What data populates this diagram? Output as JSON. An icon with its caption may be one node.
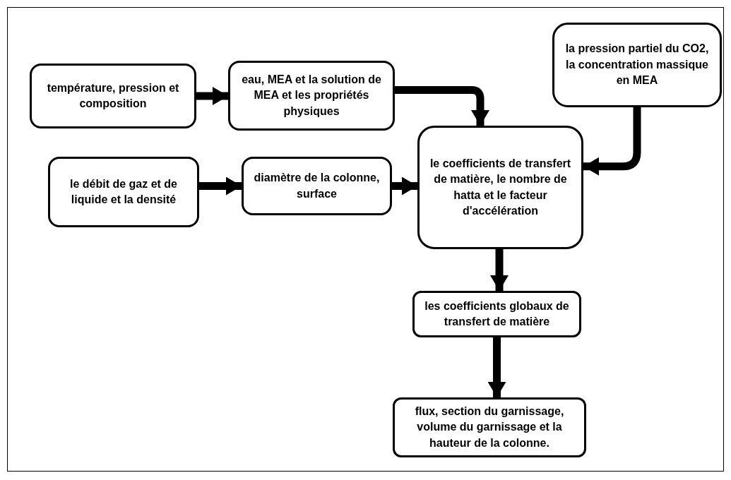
{
  "diagram": {
    "nodes": [
      {
        "text": [
          "température, pression et composition"
        ]
      },
      {
        "text": [
          "eau, MEA et la solution de MEA et les propriétés physiques"
        ]
      },
      {
        "text": [
          "la pression partiel du CO2, la concentration massique en MEA"
        ]
      },
      {
        "text": [
          "le débit de gaz et de liquide et la densité"
        ]
      },
      {
        "text": [
          "diamètre de la colonne, surface"
        ]
      },
      {
        "text": [
          "le coefficients de transfert de matière, le nombre de hatta et le facteur d'accélération"
        ]
      },
      {
        "text": [
          "les coefficients globaux de transfert de matière"
        ]
      },
      {
        "text": [
          "flux, section du garnissage, volume du garnissage et la hauteur de la colonne."
        ]
      }
    ],
    "edges": [
      {
        "from": 0,
        "to": 1,
        "arrow": "to"
      },
      {
        "from": 1,
        "to": 5,
        "arrow": "to"
      },
      {
        "from": 2,
        "to": 5,
        "arrow": "to"
      },
      {
        "from": 3,
        "to": 4,
        "arrow": "to"
      },
      {
        "from": 4,
        "to": 5,
        "arrow": "to"
      },
      {
        "from": 5,
        "to": 6,
        "arrow": "to"
      },
      {
        "from": 6,
        "to": 7,
        "arrow": "to"
      }
    ]
  }
}
